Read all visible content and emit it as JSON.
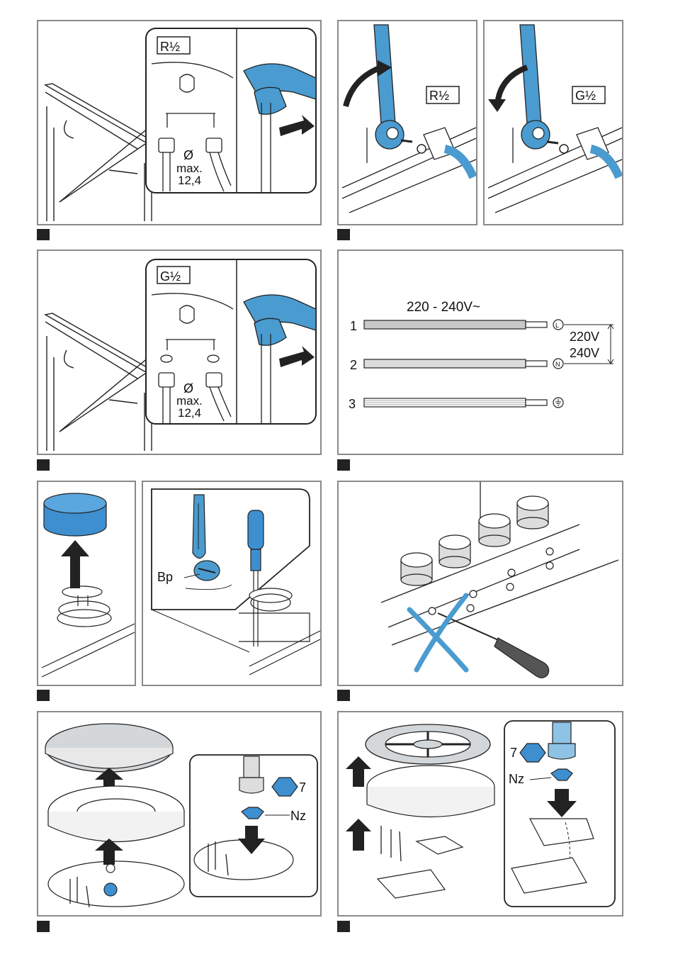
{
  "labels": {
    "r_half": "R½",
    "g_half": "G½",
    "diameter": "Ø",
    "max": "max.",
    "max_value": "12,4",
    "voltage_range": "220 - 240V~",
    "wire_1": "1",
    "wire_2": "2",
    "wire_3": "3",
    "terminal_l": "L",
    "terminal_n": "N",
    "v220": "220V",
    "v240": "240V",
    "bypass": "Bp",
    "wrench_size": "7",
    "nozzle": "Nz"
  },
  "colors": {
    "accent_blue": "#4a9bd0",
    "cap_blue": "#3d8fd0",
    "line": "#222222",
    "panel_border": "#8a8a8a",
    "marker": "#222222"
  },
  "icons": [
    "arrow-icon",
    "ground-icon",
    "hexagon-icon",
    "cross-icon"
  ]
}
